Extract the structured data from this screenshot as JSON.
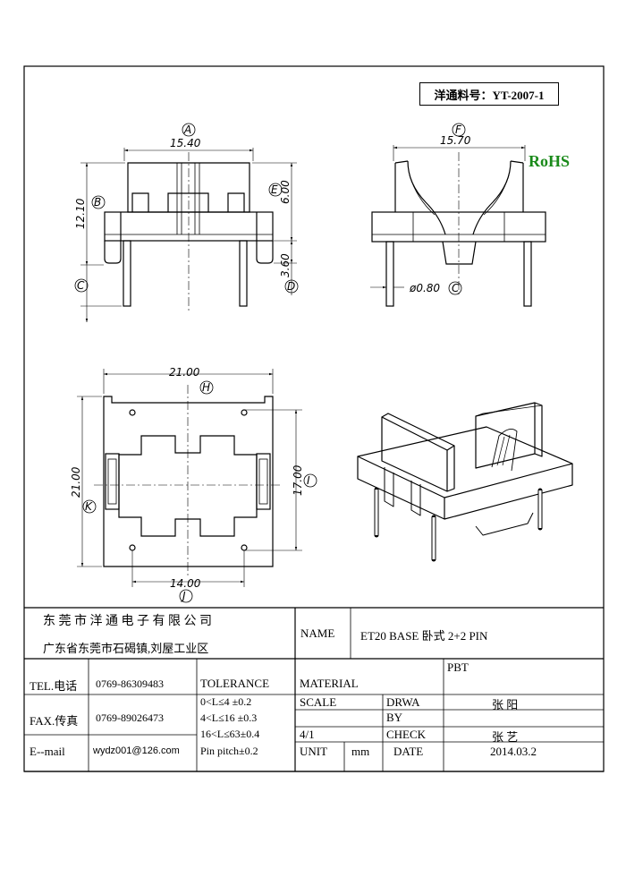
{
  "part_number": "洋通料号：YT-2007-1",
  "rohs": "RoHS",
  "dims": {
    "A": "A",
    "B": "B",
    "C": "C",
    "D": "D",
    "E": "E",
    "F": "F",
    "H": "H",
    "I": "I",
    "J": "J",
    "K": "K",
    "a_val": "15.40",
    "b_val": "12.10",
    "d_val": "3.60",
    "e_val": "6.00",
    "f_val": "15.70",
    "c_val": "ø0.80",
    "h_val": "21.00",
    "k_val": "21.00",
    "i_val": "17.00",
    "j_val": "14.00"
  },
  "title_block": {
    "company": "东 莞 市 洋 通 电 子 有 限 公 司",
    "address": "广东省东莞市石碣镇,刘屋工业区",
    "name_label": "NAME",
    "name_value": "ET20 BASE  卧式  2+2 PIN",
    "tel_label": "TEL.电话",
    "tel_value": "0769-86309483",
    "fax_label": "FAX.传真",
    "fax_value": "0769-89026473",
    "email_label": "E--mail",
    "email_value": "wydz001@126.com",
    "tolerance_label": "TOLERANCE",
    "tol1": "0<L≤4    ±0.2",
    "tol2": "4<L≤16  ±0.3",
    "tol3": "16<L≤63±0.4",
    "tol4": "Pin pitch±0.2",
    "material_label": "MATERIAL",
    "material_value": "PBT",
    "scale_label": "SCALE",
    "scale_value": "4/1",
    "drawn_label_1": "DRWA",
    "drawn_label_2": "BY",
    "drawn_value": "张  阳",
    "check_label": "CHECK",
    "check_value": "张  艺",
    "unit_label": "UNIT",
    "unit_value": "mm",
    "date_label": "DATE",
    "date_value": "2014.03.2"
  }
}
